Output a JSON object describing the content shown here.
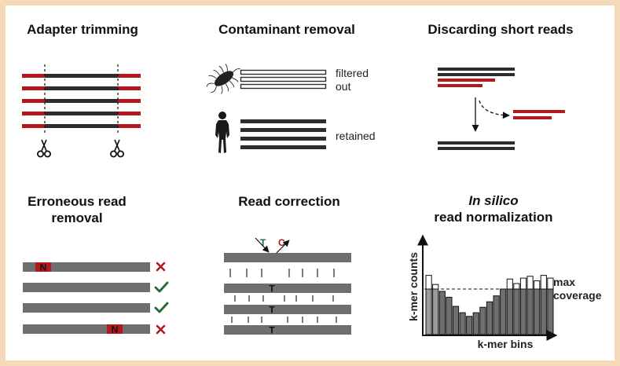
{
  "panels": {
    "adapter": {
      "title": "Adapter trimming"
    },
    "contaminant": {
      "title": "Contaminant removal",
      "filtered_line1": "filtered",
      "filtered_line2": "out",
      "retained": "retained"
    },
    "short": {
      "title": "Discarding short reads"
    },
    "erroneous": {
      "title_line1": "Erroneous read",
      "title_line2": "removal",
      "n_base": "N"
    },
    "correction": {
      "title": "Read correction",
      "base_new": "T",
      "base_old": "C",
      "row_base": "T"
    },
    "normalization": {
      "title_line1": "In silico",
      "title_line2": "read normalization",
      "ylabel": "k-mer counts",
      "xlabel": "k-mer bins",
      "cov_line1": "max",
      "cov_line2": "coverage"
    }
  },
  "colors": {
    "dark": "#2d2d2d",
    "red": "#b3191c",
    "gray": "#6f6f6f",
    "green": "#1e6b36",
    "border": "#f6d9b6"
  },
  "icons": [
    "scissors-icon",
    "bacterium-icon",
    "human-silhouette-icon",
    "checkmark-icon",
    "cross-icon"
  ],
  "histogram": {
    "max_coverage": 100,
    "bins": [
      {
        "total": 130,
        "kept": 100
      },
      {
        "total": 110,
        "kept": 100
      },
      {
        "total": 95,
        "kept": 95
      },
      {
        "total": 82,
        "kept": 82
      },
      {
        "total": 62,
        "kept": 62
      },
      {
        "total": 48,
        "kept": 48
      },
      {
        "total": 40,
        "kept": 40
      },
      {
        "total": 48,
        "kept": 48
      },
      {
        "total": 60,
        "kept": 60
      },
      {
        "total": 72,
        "kept": 72
      },
      {
        "total": 85,
        "kept": 85
      },
      {
        "total": 100,
        "kept": 100
      },
      {
        "total": 122,
        "kept": 100
      },
      {
        "total": 112,
        "kept": 100
      },
      {
        "total": 124,
        "kept": 100
      },
      {
        "total": 128,
        "kept": 100
      },
      {
        "total": 118,
        "kept": 100
      },
      {
        "total": 130,
        "kept": 100
      },
      {
        "total": 124,
        "kept": 100
      }
    ]
  }
}
